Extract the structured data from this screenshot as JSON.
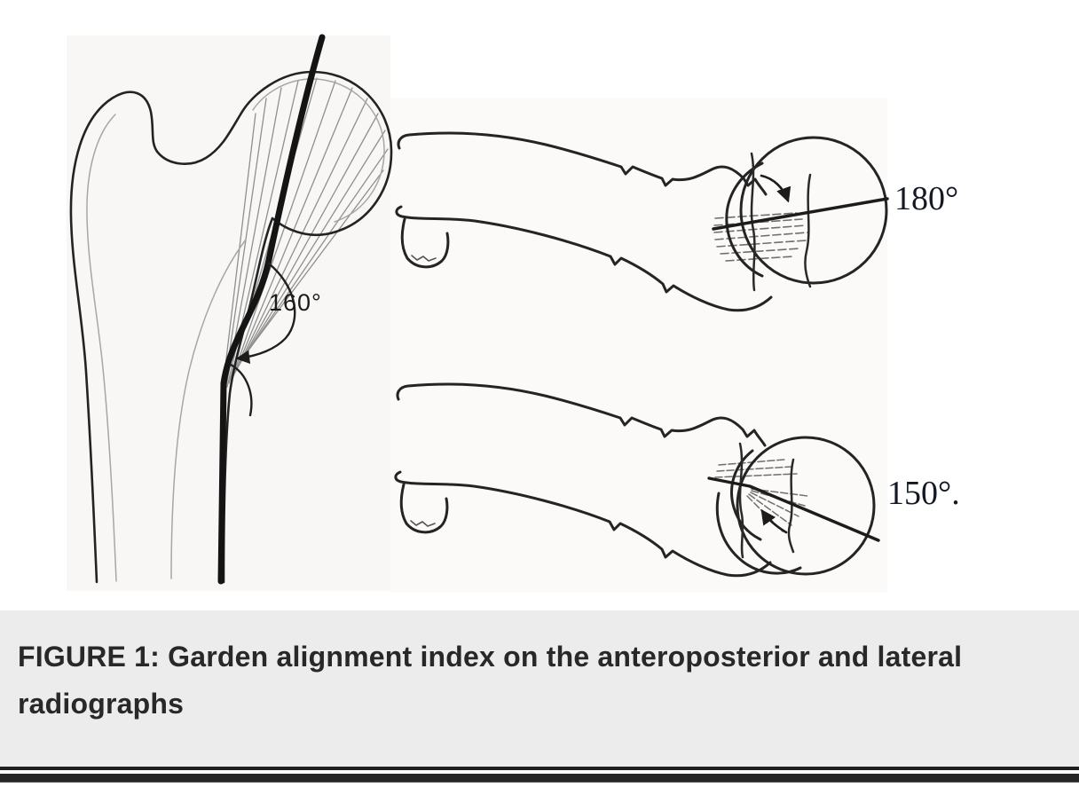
{
  "figure": {
    "caption": "FIGURE 1: Garden alignment index on the anteroposterior and lateral radiographs",
    "annotations": {
      "ap_angle": "160°",
      "lateral_top_angle": "180°",
      "lateral_bottom_angle": "150°."
    }
  },
  "colors": {
    "ink": "#1c1c1c",
    "caption_background": "#ececec",
    "caption_text": "#282828",
    "divider_rule": "#1f1f1f",
    "page_bar": "#262626"
  }
}
